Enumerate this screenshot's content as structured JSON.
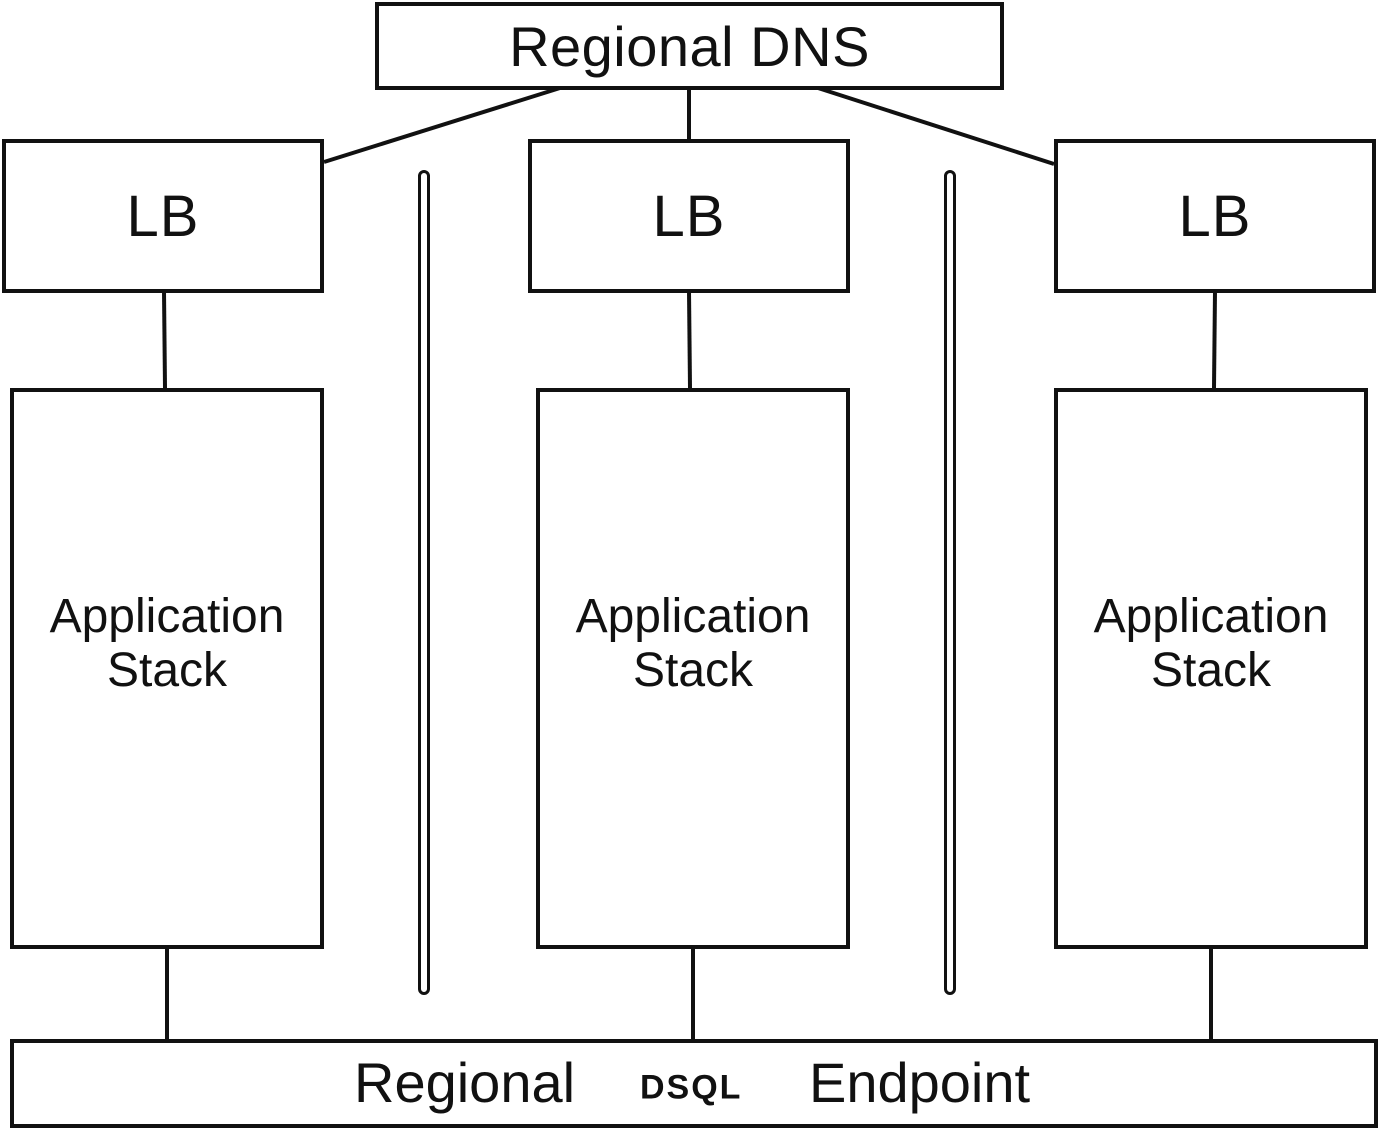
{
  "dns": {
    "label": "Regional DNS"
  },
  "zones": [
    {
      "lb_label": "LB",
      "app_line1": "Application",
      "app_line2": "Stack"
    },
    {
      "lb_label": "LB",
      "app_line1": "Application",
      "app_line2": "Stack"
    },
    {
      "lb_label": "LB",
      "app_line1": "Application",
      "app_line2": "Stack"
    }
  ],
  "endpoint": {
    "word1": "Regional",
    "word2": "DSQL",
    "word3": "Endpoint"
  },
  "colors": {
    "stroke": "#111111",
    "fill": "#ffffff"
  }
}
